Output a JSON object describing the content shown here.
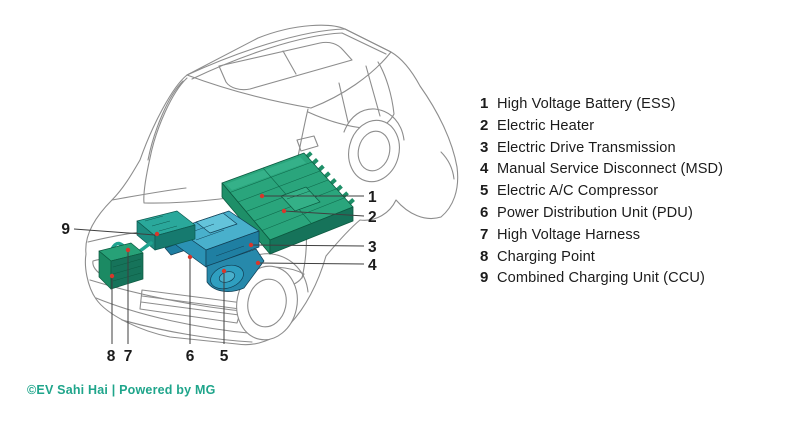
{
  "legend": {
    "items": [
      {
        "number": "1",
        "label": "High Voltage Battery (ESS)"
      },
      {
        "number": "2",
        "label": "Electric Heater"
      },
      {
        "number": "3",
        "label": "Electric Drive Transmission"
      },
      {
        "number": "4",
        "label": "Manual Service Disconnect (MSD)"
      },
      {
        "number": "5",
        "label": "Electric A/C Compressor"
      },
      {
        "number": "6",
        "label": "Power Distribution Unit (PDU)"
      },
      {
        "number": "7",
        "label": "High Voltage Harness"
      },
      {
        "number": "8",
        "label": "Charging Point"
      },
      {
        "number": "9",
        "label": "Combined Charging Unit (CCU)"
      }
    ]
  },
  "diagram": {
    "callouts": [
      {
        "number": "1"
      },
      {
        "number": "2"
      },
      {
        "number": "3"
      },
      {
        "number": "4"
      },
      {
        "number": "5"
      },
      {
        "number": "6"
      },
      {
        "number": "7"
      },
      {
        "number": "8"
      },
      {
        "number": "9"
      }
    ]
  },
  "footer": {
    "credit": "©EV Sahi Hai | Powered by MG"
  },
  "colors": {
    "battery_green": "#2aa57c",
    "component_blue": "#2f9fc0",
    "ccu_teal": "#2aa89b",
    "anchor_red": "#d8372b",
    "credit_teal": "#1fa58b",
    "outline_gray": "#8d8d8d",
    "callout_dark": "#3f3f3f"
  }
}
